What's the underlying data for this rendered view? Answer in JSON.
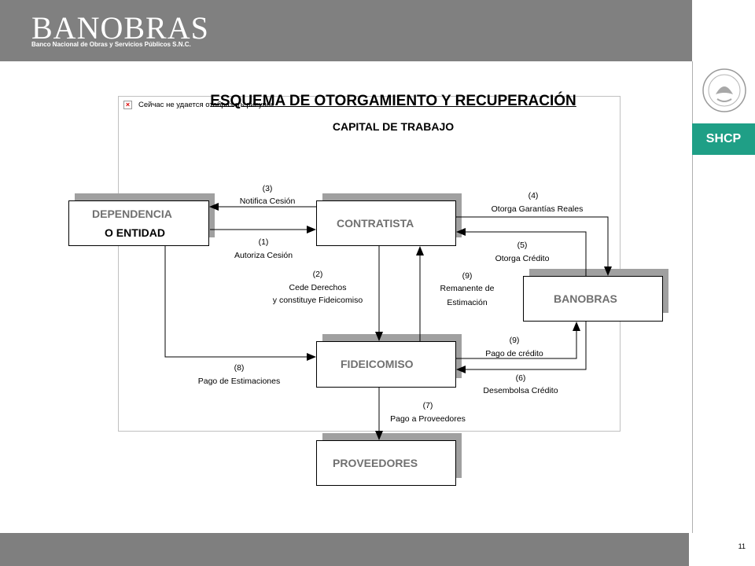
{
  "header": {
    "logo_text": "BANOBRAS",
    "logo_subtitle": "Banco Nacional de Obras y Servicios Públicos S.N.C.",
    "agency": "SHCP"
  },
  "diagram": {
    "broken_image_text": "Сейчас не удается отобразить рисунок.",
    "title": "ESQUEMA DE OTORGAMIENTO Y RECUPERACIÓN",
    "subtitle": "CAPITAL DE TRABAJO",
    "nodes": {
      "dependencia_line1": "DEPENDENCIA",
      "dependencia_line2": "O ENTIDAD",
      "contratista": "CONTRATISTA",
      "banobras": "BANOBRAS",
      "fideicomiso": "FIDEICOMISO",
      "proveedores": "PROVEEDORES"
    },
    "edges": {
      "e3_num": "(3)",
      "e3_text": "Notifica  Cesión",
      "e1_num": "(1)",
      "e1_text": "Autoriza  Cesión",
      "e4_num": "(4)",
      "e4_text": "Otorga  Garantías  Reales",
      "e5_num": "(5)",
      "e5_text": "Otorga  Crédito",
      "e2_num": "(2)",
      "e2_line1": "Cede  Derechos",
      "e2_line2": "y constituye   Fideicomiso",
      "e9a_num": "(9)",
      "e9a_line1": "Remanente de",
      "e9a_line2": "Estimación",
      "e9b_num": "(9)",
      "e9b_text": "Pago de  crédito",
      "e6_num": "(6)",
      "e6_text": "Desembolsa  Crédito",
      "e8_num": "(8)",
      "e8_text": "Pago de Estimaciones",
      "e7_num": "(7)",
      "e7_text": "Pago a  Proveedores"
    }
  },
  "footer": {
    "page_number": "11"
  },
  "colors": {
    "header_gray": "#808080",
    "footer_gray": "#7f7f7f",
    "shcp_green": "#1f9f86",
    "shadow_gray": "#a0a0a0"
  }
}
